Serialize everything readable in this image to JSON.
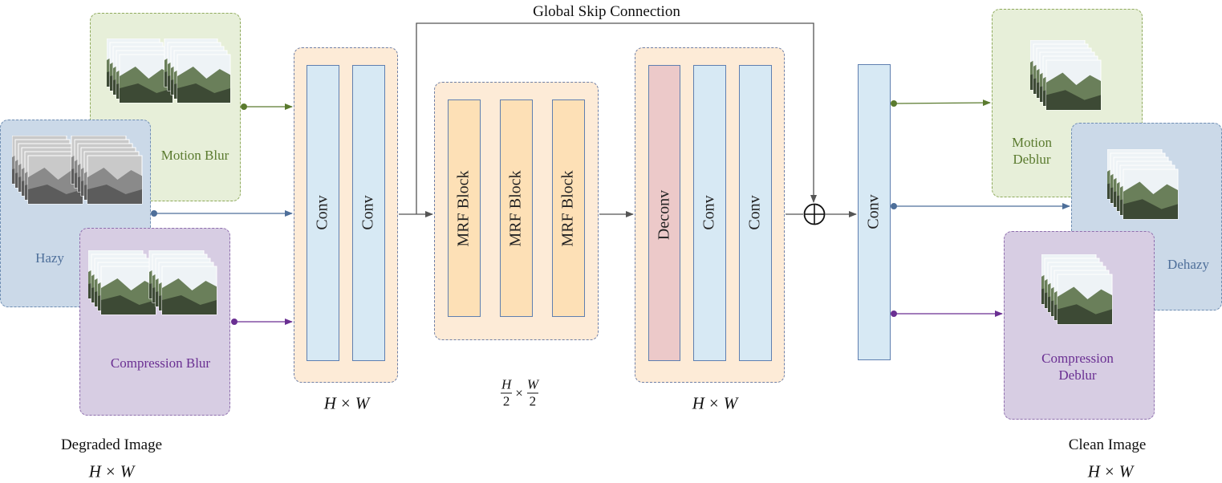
{
  "title": "Global Skip Connection",
  "inputs": {
    "motion_blur": "Motion Blur",
    "hazy": "Hazy",
    "compression_blur": "Compression Blur"
  },
  "encoder": {
    "layers": [
      "Conv",
      "Conv"
    ],
    "size": {
      "h": "H",
      "op": "×",
      "w": "W"
    }
  },
  "middle": {
    "blocks": [
      "MRF Block",
      "MRF Block",
      "MRF Block"
    ],
    "size": {
      "h_num": "H",
      "h_den": "2",
      "op": "×",
      "w_num": "W",
      "w_den": "2"
    }
  },
  "decoder": {
    "layers": [
      "Deconv",
      "Conv",
      "Conv"
    ],
    "size": {
      "h": "H",
      "op": "×",
      "w": "W"
    }
  },
  "output_conv": "Conv",
  "outputs": {
    "motion_deblur_line1": "Motion",
    "motion_deblur_line2": "Deblur",
    "dehazy": "Dehazy",
    "compression_deblur_line1": "Compression",
    "compression_deblur_line2": "Deblur"
  },
  "captions": {
    "degraded": "Degraded Image",
    "degraded_size": {
      "h": "H",
      "op": "×",
      "w": "W"
    },
    "clean": "Clean Image",
    "clean_size": {
      "h": "H",
      "op": "×",
      "w": "W"
    }
  },
  "colors": {
    "green": "#5a7a2e",
    "blue": "#4e6f9a",
    "purple": "#6a2f92",
    "wire": "#555555"
  }
}
